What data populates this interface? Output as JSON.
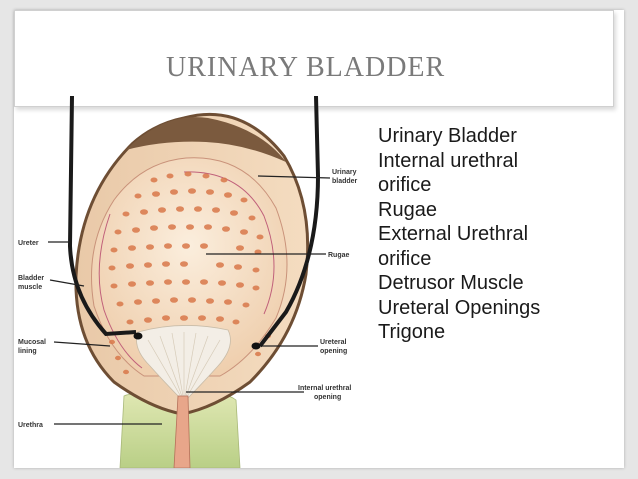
{
  "slide": {
    "title": "URINARY BLADDER"
  },
  "legend": {
    "lines": [
      "Urinary Bladder",
      "Internal urethral",
      "orifice",
      "Rugae",
      "External Urethral",
      "orifice",
      "Detrusor Muscle",
      "Ureteral Openings",
      "Trigone"
    ]
  },
  "diagram": {
    "labels": {
      "ureter": "Ureter",
      "bladder_muscle_1": "Bladder",
      "bladder_muscle_2": "muscle",
      "mucosal_lining_1": "Mucosal",
      "mucosal_lining_2": "lining",
      "urethra": "Urethra",
      "urinary_bladder_1": "Urinary",
      "urinary_bladder_2": "bladder",
      "rugae": "Rugae",
      "ureteral_opening_1": "Ureteral",
      "ureteral_opening_2": "opening",
      "internal_urethral_opening_1": "Internal urethral",
      "internal_urethral_opening_2": "opening"
    },
    "colors": {
      "outer_wall": "#8a6a4a",
      "mucosa": "#f4dcc0",
      "rugae": "#d9784a",
      "trigone": "#f2ece2",
      "urethra_tissue": "#c8d89a",
      "ureter": "#1a1a1a"
    }
  }
}
